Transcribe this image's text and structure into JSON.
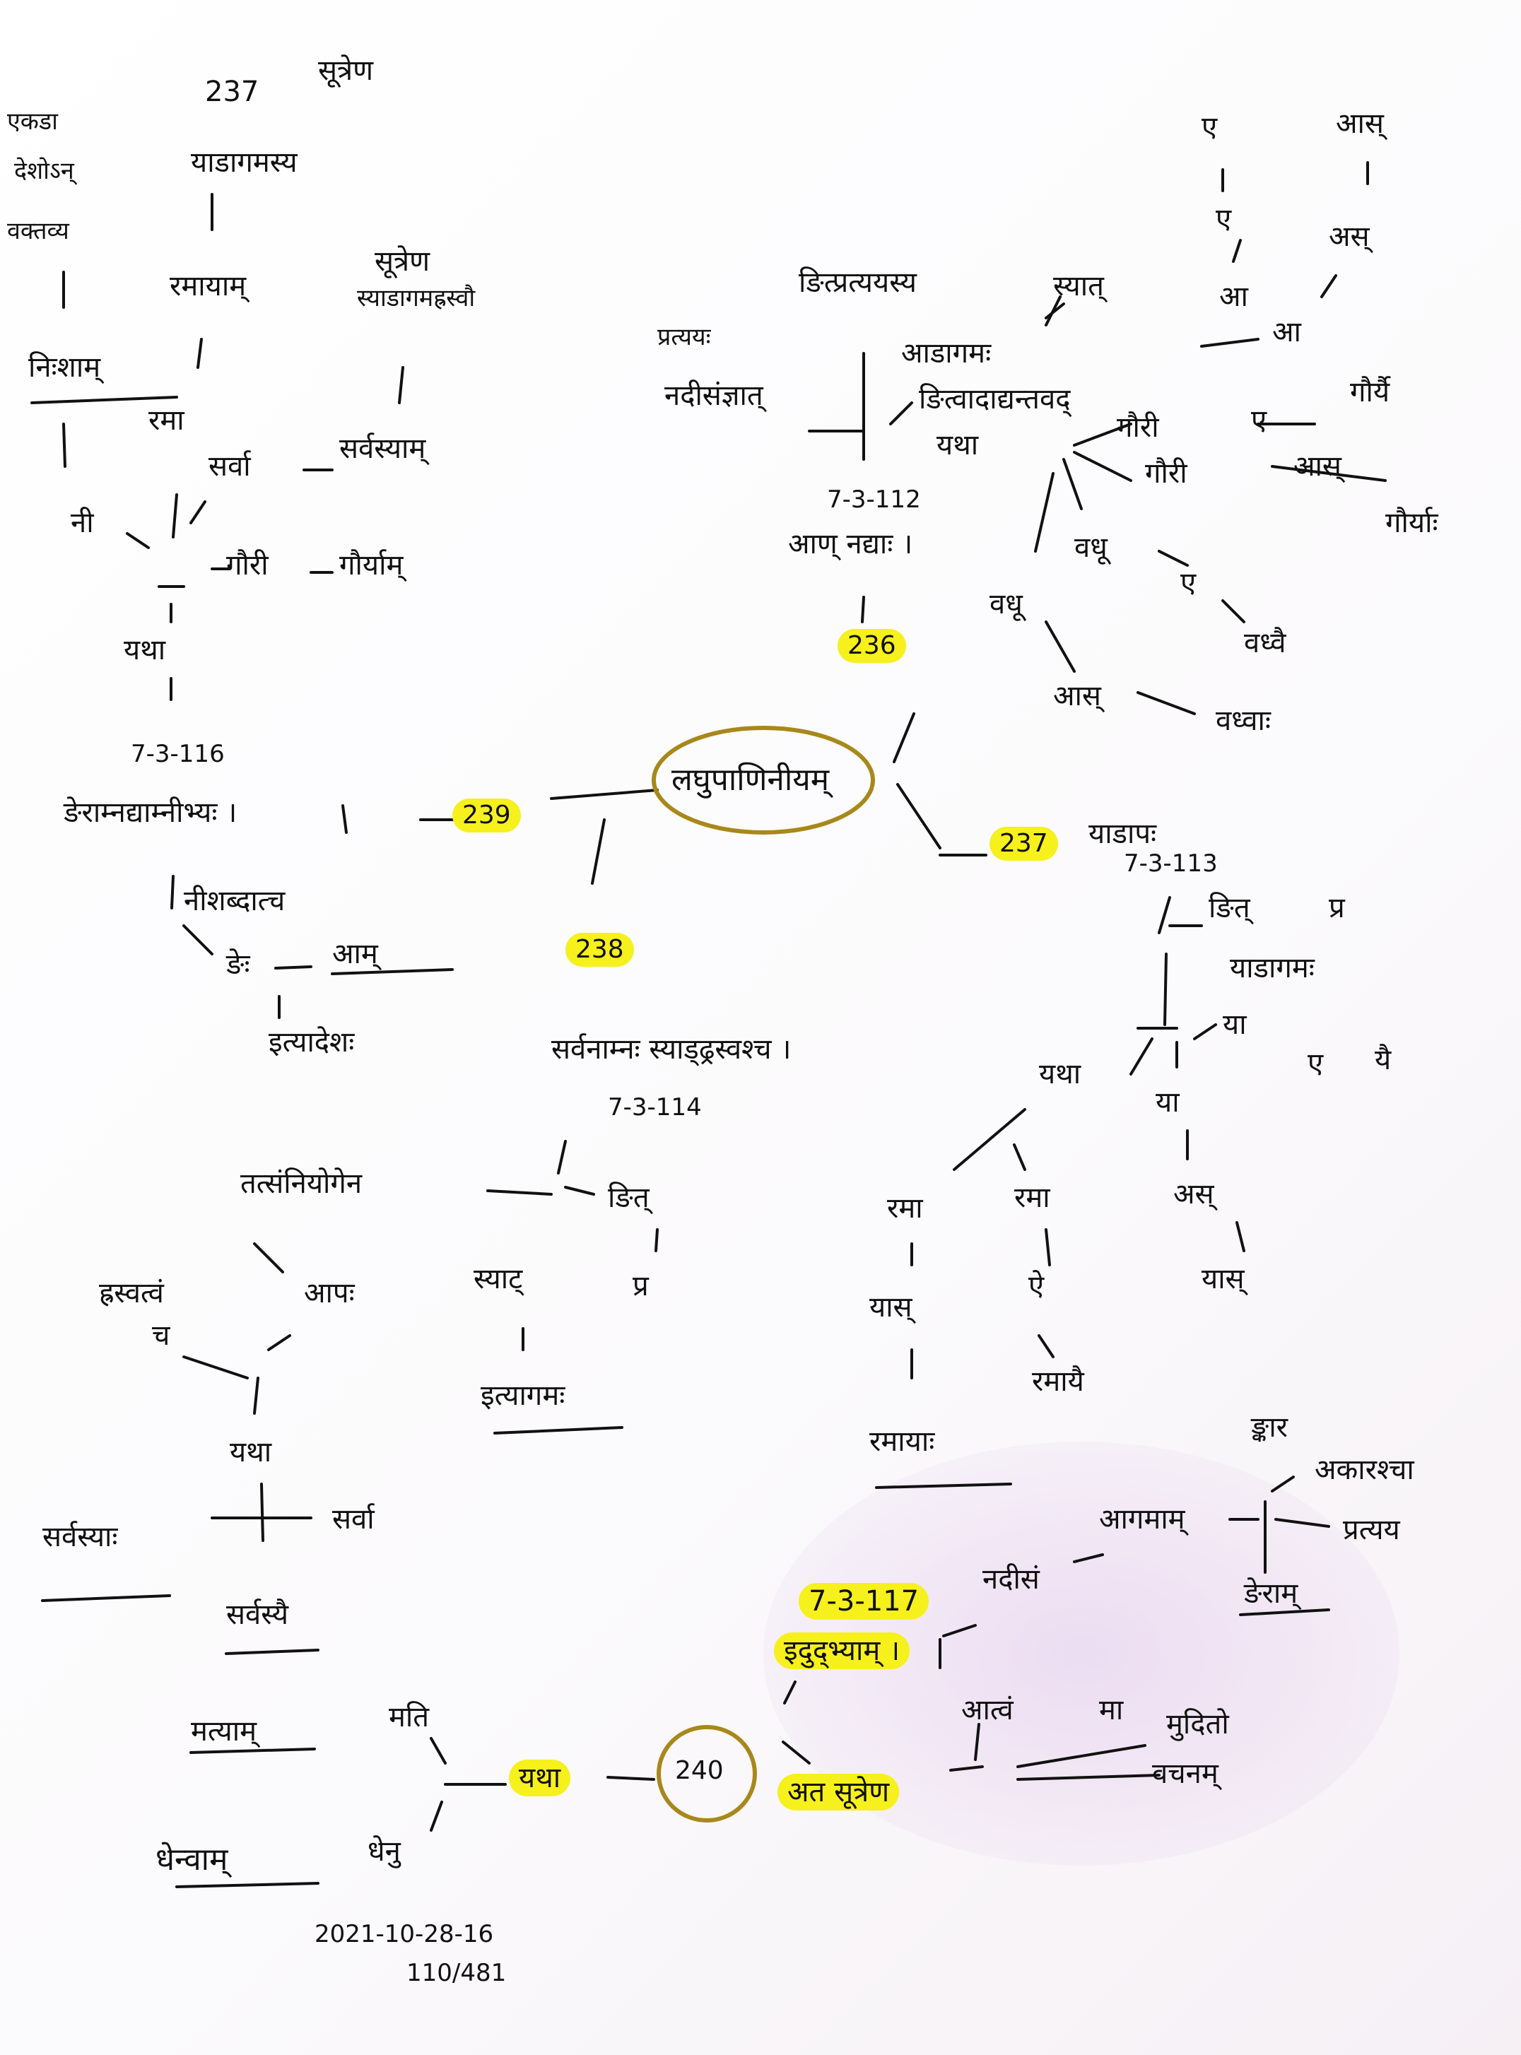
{
  "center": {
    "label": "लघुपाणिनीयम्"
  },
  "nodes": {
    "n236": "236",
    "n237": "237",
    "n238": "238",
    "n239": "239",
    "n240": "240",
    "b236_sutra": "7-3-112",
    "b236_head": "आण् नद्याः ।",
    "b236_pratyaya": "प्रत्ययः",
    "b236_nadi": "नदीसंज्ञात्",
    "b236_yatha": "यथा",
    "b236_adagama": "आडागमः",
    "b236_nit": "ङित्प्रत्ययस्य",
    "b236_syat": "स्यात्",
    "b236_nitvat": "ङित्वादाद्यन्तवद्",
    "b236_gauri": "गौरी",
    "b236_gauri2": "गौरी",
    "b236_e": "ए",
    "b236_gauryai": "गौर्यै",
    "b236_as": "आस्",
    "b236_gauryah": "गौर्याः",
    "b236_top_e": "ए",
    "b236_top_e2": "ए",
    "b236_top_a": "आ",
    "b236_top_a2": "आ",
    "b236_top_as": "आस्",
    "b236_top_as2": "अस्",
    "b236_vadhu": "वधू",
    "b236_vadhu2": "वधू",
    "b236_vadhu_e": "ए",
    "b236_vadhvai": "वध्वै",
    "b236_vadhu_as": "आस्",
    "b236_vadhvah": "वध्वाः",
    "b237_sutra": "7-3-113",
    "b237_head": "याडापः",
    "b237_nit": "ङित्",
    "b237_pra": "प्र",
    "b237_yadagama": "याडागमः",
    "b237_ya": "या",
    "b237_e": "ए",
    "b237_yai": "यै",
    "b237_yatha": "यथा",
    "b237_ya2": "या",
    "b237_as": "अस्",
    "b237_yas": "यास्",
    "b237_rama": "रमा",
    "b237_rama2": "रमा",
    "b237_ramas": "यास्",
    "b237_e2": "ऐ",
    "b237_ramayah": "रमायाः",
    "b237_ramayai": "रमायै",
    "b238_sutra": "7-3-114",
    "b238_head": "सर्वनाम्नः स्याड्ढ्रस्वश्च ।",
    "b238_tat": "तत्संनियोगेन",
    "b238_nit": "ङित्",
    "b238_pra": "प्र",
    "b238_syat": "स्याट्",
    "b238_hrasva": "ह्रस्वत्वं",
    "b238_ca": "च",
    "b238_apa": "आपः",
    "b238_itagama": "इत्यागमः",
    "b238_yatha": "यथा",
    "b238_sarva": "सर्वा",
    "b238_sarvasyah": "सर्वस्याः",
    "b238_sarvasyai": "सर्वस्यै",
    "b239_sutra": "7-3-116",
    "b239_head": "ङेराम्नद्याम्नीभ्यः ।",
    "b239_nitva": "नीशब्दात्च",
    "b239_ne": "ङेः",
    "b239_am": "आम्",
    "b239_adesha": "इत्यादेशः",
    "b239_nimam": "निःशाम्",
    "b239_ni": "नी",
    "b239_rama": "रमा",
    "b239_ramayam": "रमायाम्",
    "b239_sarva": "सर्वा",
    "b239_sarvasyam": "सर्वस्याम्",
    "b239_gauri": "गौरी",
    "b239_gauryam": "गौर्याम्",
    "b239_yatha": "यथा",
    "b239_tl1": "एकडा",
    "b239_tl2": "देशोऽन्",
    "b239_tl3": "वक्तव्य",
    "b239_top237": "237",
    "b239_sutrena": "सूत्रेण",
    "b239_yadagama": "याडागमस्य",
    "b239_sutrena2": "सूत्रेण",
    "b239_syadagama": "स्याडागमह्रस्वौ",
    "b240_sutra": "7-3-117",
    "b240_head": "इदुद्भ्याम् ।",
    "b240_yatha": "यथा",
    "b240_as_sutrena": "अत सूत्रेण",
    "b240_mati": "मति",
    "b240_matam": "मत्याम्",
    "b240_dhenu": "धेनु",
    "b240_dhenvam": "धेन्वाम्",
    "b240_nadisam": "नदीसं",
    "b240_agama": "आगमाम्",
    "b240_nkar": "ङ्कार",
    "b240_akar": "अकारश्चा",
    "b240_pratyaya": "प्रत्यय",
    "b240_nram": "ङेराम्",
    "b240_amtvam": "आत्वं",
    "b240_ma": "मा",
    "b240_mudito": "मुदितो",
    "b240_vacanam": "वचनम्"
  },
  "footer": {
    "date": "2021-10-28-16",
    "page": "110/481"
  },
  "colors": {
    "ink": "#101010",
    "highlight": "#f6f01c",
    "circle": "#a8881a"
  }
}
